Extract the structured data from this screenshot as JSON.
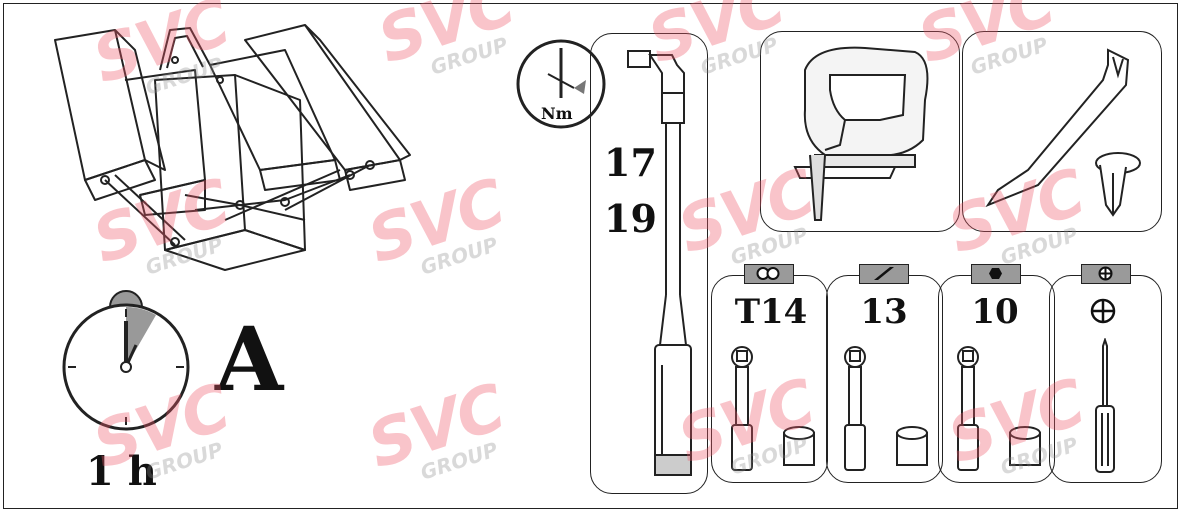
{
  "duration": "1 h",
  "difficulty": "A",
  "torque": {
    "unit": "Nm"
  },
  "wrench_sizes": [
    "17",
    "19"
  ],
  "socket_tools": [
    {
      "label": "T14",
      "tag_icon": "torx-icon"
    },
    {
      "label": "13",
      "tag_icon": "hex-key-icon"
    },
    {
      "label": "10",
      "tag_icon": "hex-socket-icon"
    }
  ],
  "screwdriver": {
    "tag_icon": "phillips-icon",
    "head_icon": "phillips-icon"
  },
  "watermark": {
    "brand": "SVC",
    "sub": "GROUP"
  },
  "colors": {
    "watermark": "#f05a6a",
    "line": "#222222",
    "tag_fill": "#9a9a9a"
  }
}
